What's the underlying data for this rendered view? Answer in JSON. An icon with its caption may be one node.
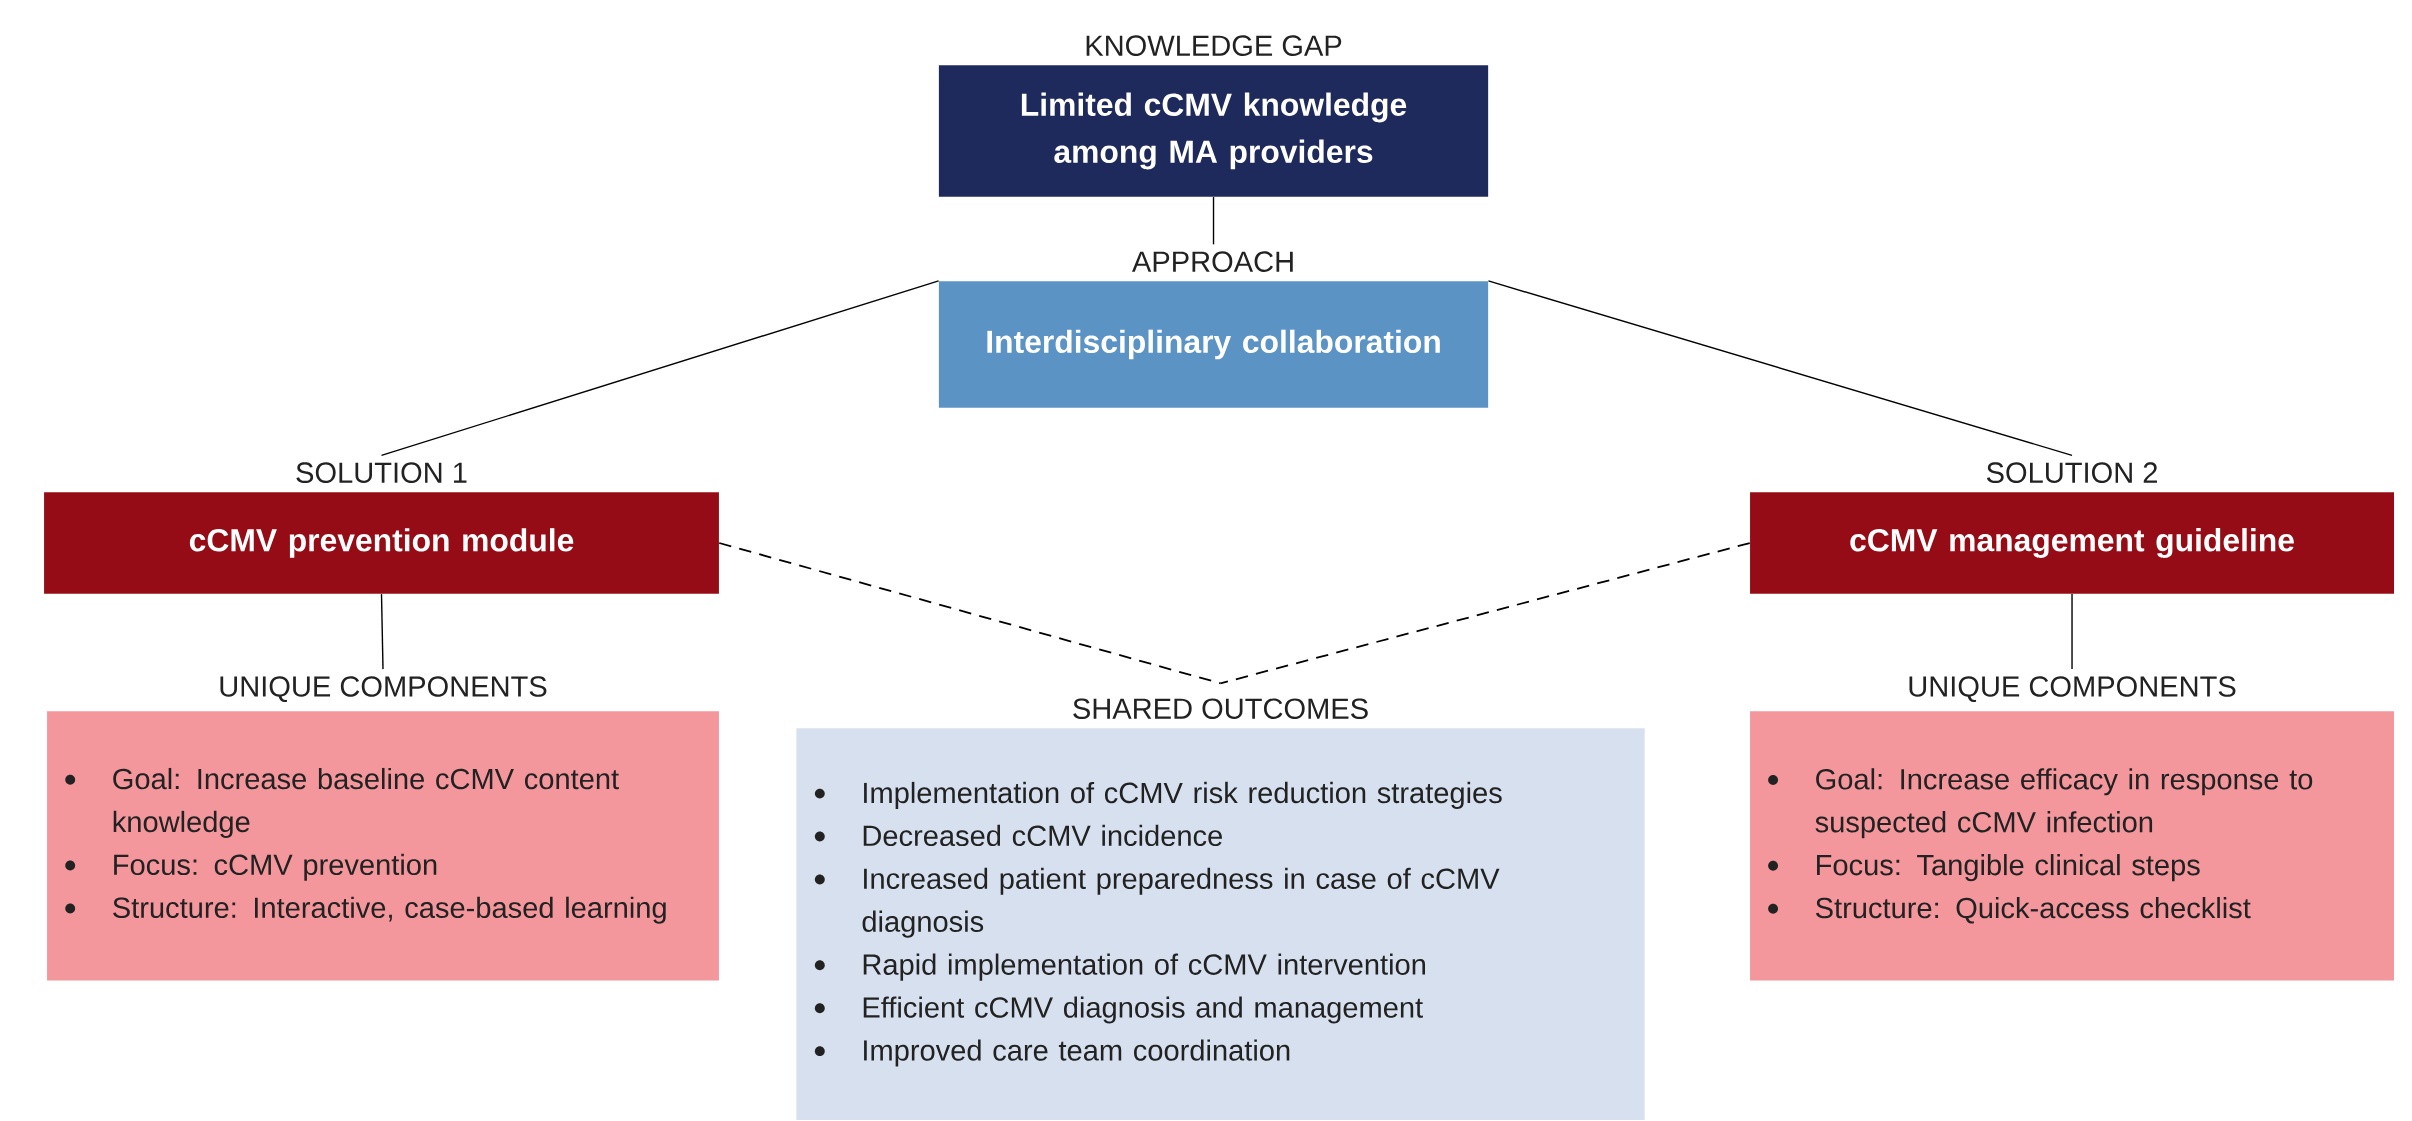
{
  "diagram": {
    "nodes": [
      {
        "text": [
          "KNOWLEDGE GAP",
          "Limited cCMV knowledge among MA providers"
        ]
      },
      {
        "text": [
          "APPROACH",
          "Interdisciplinary collaboration"
        ]
      },
      {
        "text": [
          "SOLUTION 1",
          "cCMV prevention module"
        ]
      },
      {
        "text": [
          "SOLUTION 2",
          "cCMV management guideline"
        ]
      },
      {
        "text": [
          "UNIQUE COMPONENTS",
          "Goal: Increase baseline cCMV content knowledge",
          "Focus: cCMV prevention",
          "Structure: Interactive, case-based learning"
        ]
      },
      {
        "text": [
          "SHARED OUTCOMES",
          "Implementation of cCMV risk reduction strategies",
          "Decreased cCMV incidence",
          "Increased patient preparedness in case of cCMV diagnosis",
          "Rapid implementation of cCMV intervention",
          "Efficient cCMV diagnosis and management",
          "Improved care team coordination"
        ]
      },
      {
        "text": [
          "UNIQUE COMPONENTS",
          "Goal:  Increase efficacy in response to suspected cCMV infection",
          "Focus: Tangible clinical steps",
          "Structure: Quick-access checklist"
        ]
      }
    ],
    "edges": [
      {
        "from": 0,
        "to": 1,
        "arrow": "none"
      },
      {
        "from": 1,
        "to": 2,
        "arrow": "none"
      },
      {
        "from": 1,
        "to": 3,
        "arrow": "none"
      },
      {
        "from": 2,
        "to": 4,
        "arrow": "none"
      },
      {
        "from": 3,
        "to": 6,
        "arrow": "none"
      },
      {
        "from": 2,
        "to": 5,
        "arrow": "none",
        "style": "dashed"
      },
      {
        "from": 3,
        "to": 5,
        "arrow": "none",
        "style": "dashed"
      }
    ]
  }
}
